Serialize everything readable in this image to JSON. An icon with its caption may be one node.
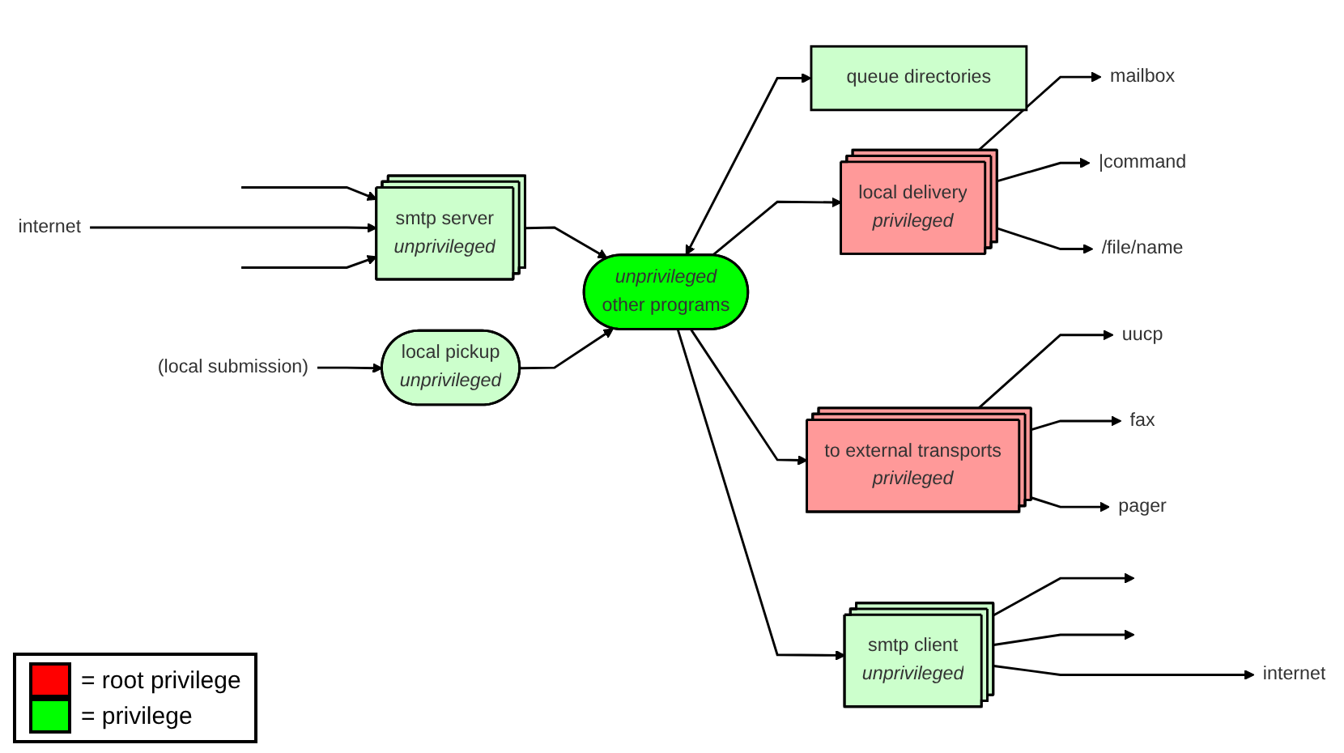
{
  "diagram": {
    "nodes": [
      {
        "text": [
          "internet"
        ]
      },
      {
        "text": [
          "smtp server",
          "unprivileged"
        ]
      },
      {
        "text": [
          "local pickup",
          "unprivileged"
        ]
      },
      {
        "text": [
          "(local submission)"
        ]
      },
      {
        "text": [
          "unprivileged",
          "other programs"
        ]
      },
      {
        "text": [
          "queue directories"
        ]
      },
      {
        "text": [
          "smtp client",
          "unprivileged"
        ]
      },
      {
        "text": [
          "local delivery",
          "privileged"
        ]
      },
      {
        "text": [
          "to external transports",
          "privileged"
        ]
      },
      {
        "text": [
          "internet"
        ]
      },
      {
        "text": [
          "mailbox"
        ]
      },
      {
        "text": [
          "|command"
        ]
      },
      {
        "text": [
          "/file/name"
        ]
      },
      {
        "text": [
          "uucp"
        ]
      },
      {
        "text": [
          "fax"
        ]
      },
      {
        "text": [
          "pager"
        ]
      }
    ],
    "edges": [
      {
        "from": null,
        "to": 1,
        "arrow": "to"
      },
      {
        "from": 0,
        "to": 1,
        "arrow": "to"
      },
      {
        "from": null,
        "to": 1,
        "arrow": "to"
      },
      {
        "from": 3,
        "to": 2,
        "arrow": "to"
      },
      {
        "from": 1,
        "to": 4,
        "arrow": "to"
      },
      {
        "from": 2,
        "to": 4,
        "arrow": "to"
      },
      {
        "from": 4,
        "to": 5,
        "arrow": "both"
      },
      {
        "from": 4,
        "to": 6,
        "arrow": "to"
      },
      {
        "from": 4,
        "to": 7,
        "arrow": "to"
      },
      {
        "from": 4,
        "to": 8,
        "arrow": "to"
      },
      {
        "from": 6,
        "to": null,
        "arrow": "to"
      },
      {
        "from": 6,
        "to": 9,
        "arrow": "to"
      },
      {
        "from": 6,
        "to": null,
        "arrow": "to"
      },
      {
        "from": 7,
        "to": 10,
        "arrow": "to"
      },
      {
        "from": 7,
        "to": 11,
        "arrow": "to"
      },
      {
        "from": 7,
        "to": 12,
        "arrow": "to"
      },
      {
        "from": 8,
        "to": 13,
        "arrow": "to"
      },
      {
        "from": 8,
        "to": 14,
        "arrow": "to"
      },
      {
        "from": 8,
        "to": 15,
        "arrow": "to"
      }
    ],
    "legend": [
      {
        "text": "= root privilege",
        "color": "#ff0000"
      },
      {
        "text": "= privilege",
        "color": "#00ff00"
      }
    ]
  }
}
